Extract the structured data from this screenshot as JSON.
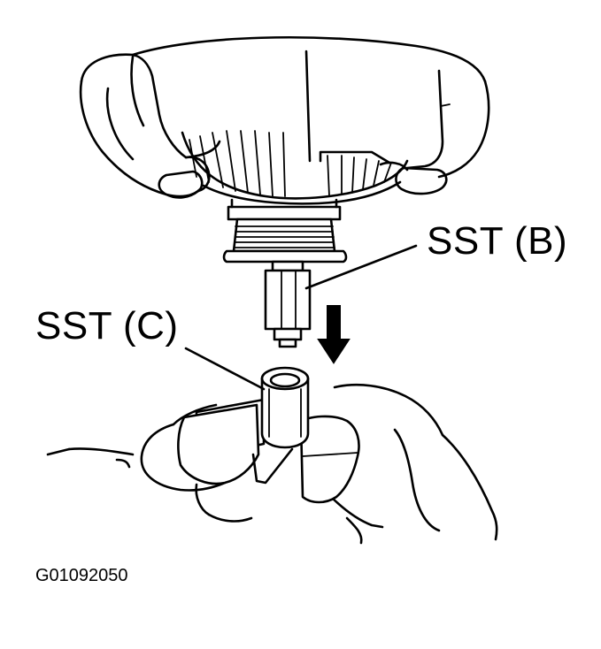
{
  "labels": {
    "sst_b": "SST (B)",
    "sst_c": "SST (C)"
  },
  "figure_code": "G01092050",
  "icons": {
    "arrow": "arrow-down-icon"
  },
  "colors": {
    "ink": "#000000",
    "paper": "#ffffff"
  }
}
